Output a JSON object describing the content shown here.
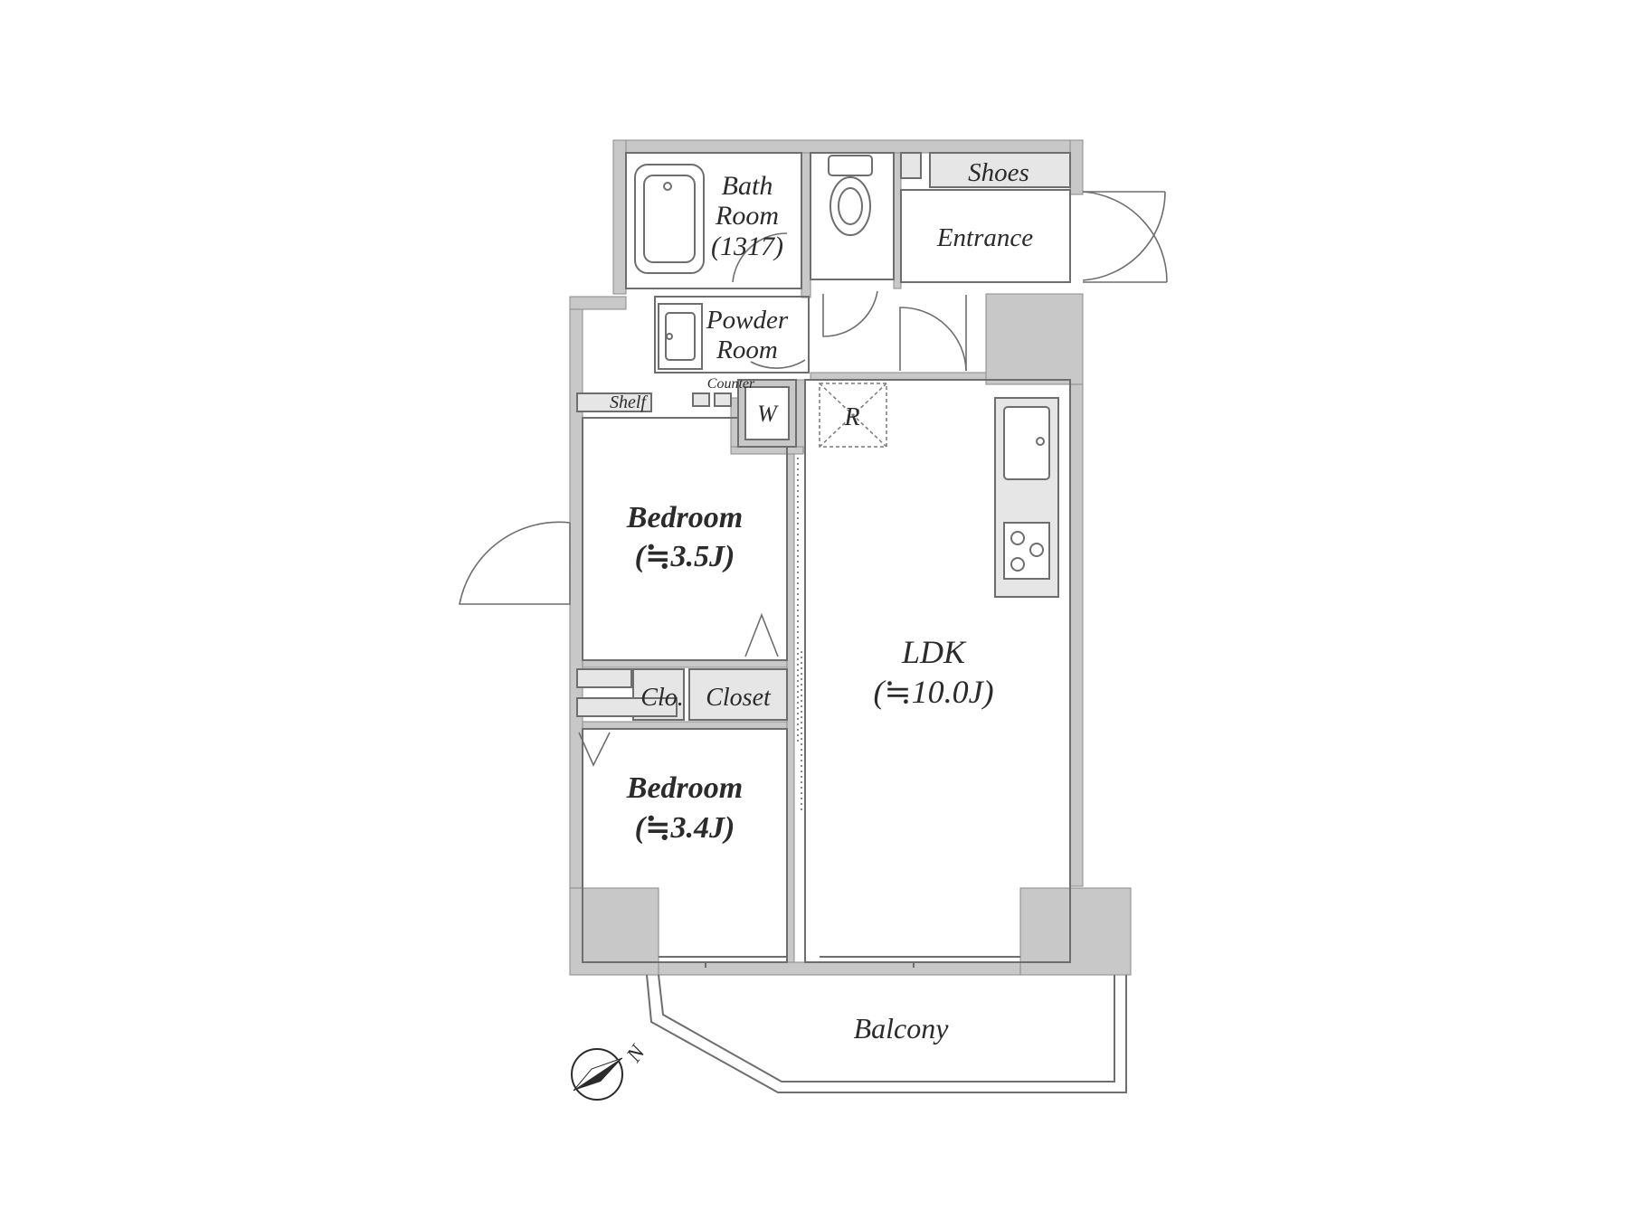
{
  "plan": {
    "rooms": {
      "bath": {
        "line1": "Bath",
        "line2": "Room",
        "line3": "(1317)"
      },
      "powder": {
        "line1": "Powder",
        "line2": "Room"
      },
      "counter": "Counter",
      "shelf": "Shelf",
      "washer": "W",
      "fridge": "R",
      "shoes": "Shoes",
      "entrance": "Entrance",
      "bedroom1": {
        "name": "Bedroom",
        "size": "(≒3.5J)"
      },
      "bedroom2": {
        "name": "Bedroom",
        "size": "(≒3.4J)"
      },
      "ldk": {
        "name": "LDK",
        "size": "(≒10.0J)"
      },
      "clo": "Clo.",
      "closet": "Closet",
      "balcony": "Balcony"
    },
    "compass": {
      "label": "N"
    },
    "colors": {
      "wall": "#c8c8c8",
      "fixture": "#e6e6e6",
      "line": "#6e6e6e",
      "text": "#2b2b2b"
    }
  }
}
